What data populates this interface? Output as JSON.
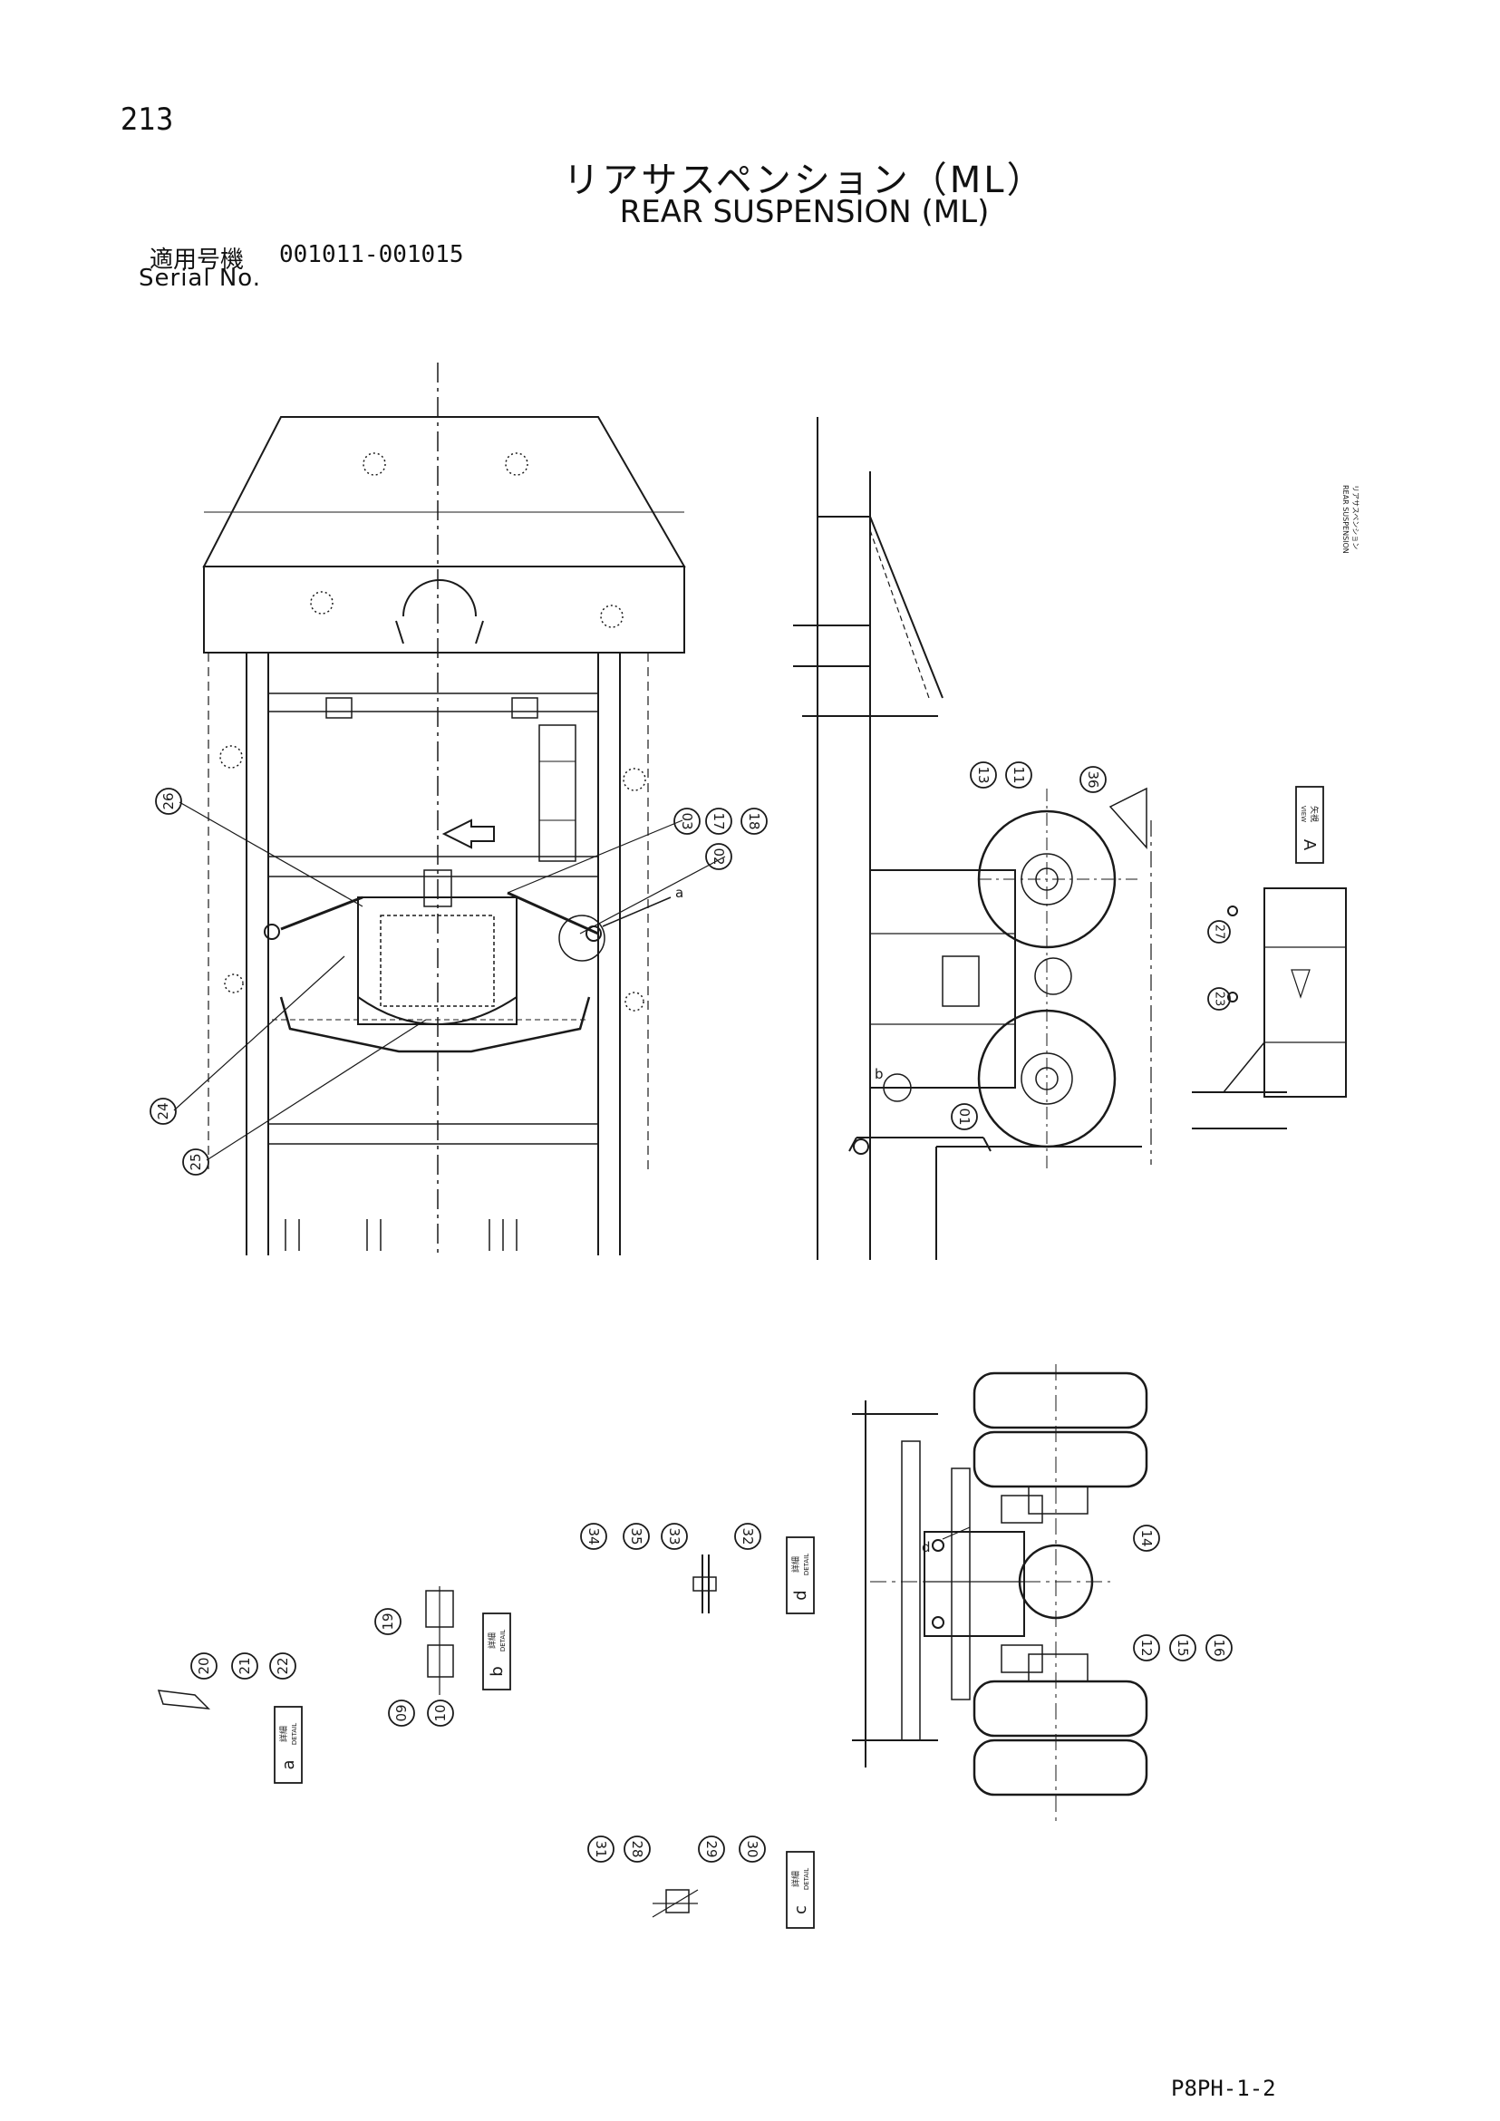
{
  "page_number": "213",
  "title_jp": "リアサスペンション（ML）",
  "title_en": "REAR SUSPENSION (ML)",
  "serial": {
    "label_jp": "適用号機",
    "label_en": "Serial No.",
    "range": "001011-001015"
  },
  "side_label": {
    "line1": "リアサスペンション",
    "line2": "REAR SUSPENSION"
  },
  "callouts": {
    "c26": "26",
    "c03": "03",
    "c17": "17",
    "c18": "18",
    "c02": "02",
    "c24": "24",
    "c25": "25",
    "c13": "13",
    "c11": "11",
    "c36": "36",
    "c01": "01",
    "c27": "27",
    "c23": "23",
    "c14": "14",
    "c12": "12",
    "c15": "15",
    "c16": "16",
    "c34": "34",
    "c35": "35",
    "c33": "33",
    "c32": "32",
    "c19": "19",
    "c09": "09",
    "c10": "10",
    "c20": "20",
    "c21": "21",
    "c22": "22",
    "c31": "31",
    "c28": "28",
    "c29": "29",
    "c30": "30"
  },
  "detail_tags": {
    "a": {
      "jp": "詳細",
      "en": "DETAIL",
      "letter": "a"
    },
    "b": {
      "jp": "詳細",
      "en": "DETAIL",
      "letter": "b"
    },
    "c": {
      "jp": "詳細",
      "en": "DETAIL",
      "letter": "c"
    },
    "d": {
      "jp": "詳細",
      "en": "DETAIL",
      "letter": "d"
    },
    "view_a": {
      "jp": "矢視",
      "en": "VIEW",
      "letter": "A"
    }
  },
  "detail_markers": {
    "a": "a",
    "b": "b",
    "d": "d"
  },
  "footer_code": "P8PH-1-2",
  "colors": {
    "ink": "#1a1a1a",
    "paper": "#ffffff"
  }
}
